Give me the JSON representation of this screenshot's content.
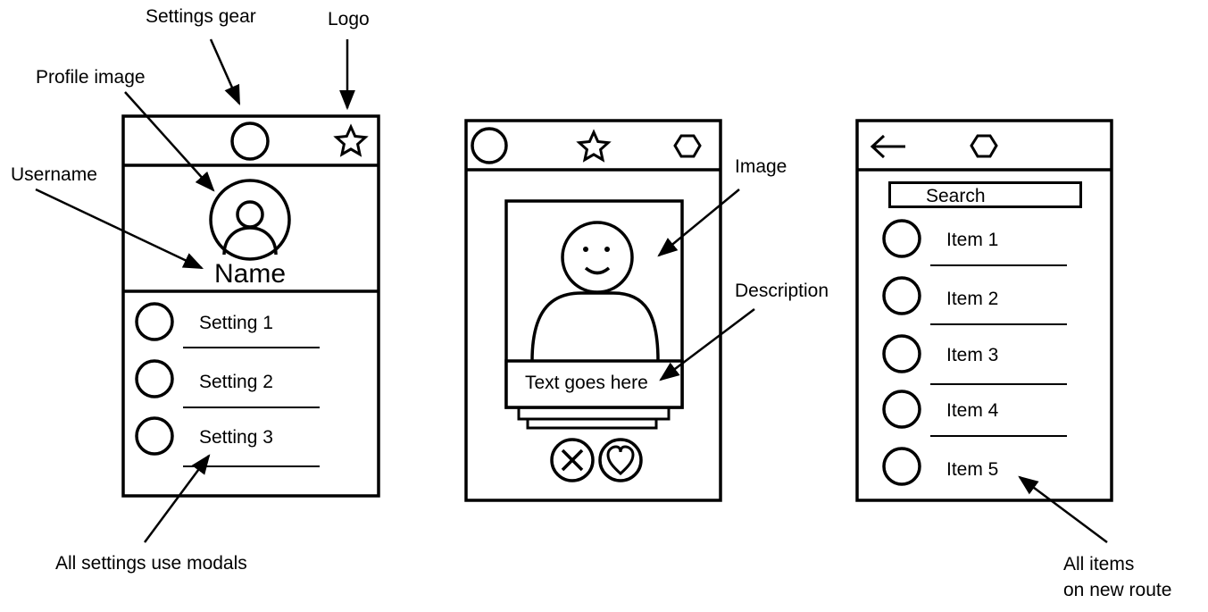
{
  "annotations": {
    "settings_gear": "Settings gear",
    "logo": "Logo",
    "profile_image": "Profile image",
    "username": "Username",
    "all_settings": "All settings use modals",
    "image": "Image",
    "description": "Description",
    "all_items_line1": "All items",
    "all_items_line2": "on new route"
  },
  "profile_screen": {
    "name": "Name",
    "settings": [
      "Setting 1",
      "Setting 2",
      "Setting 3"
    ],
    "icons": [
      "settings-gear-icon",
      "logo-star-icon",
      "profile-avatar-icon"
    ]
  },
  "swipe_screen": {
    "description_text": "Text goes here",
    "icons": [
      "profile-circle-icon",
      "star-icon",
      "hexagon-icon",
      "reject-x-icon",
      "like-heart-icon"
    ]
  },
  "list_screen": {
    "search_placeholder": "Search",
    "items": [
      "Item 1",
      "Item 2",
      "Item 3",
      "Item 4",
      "Item 5"
    ],
    "icons": [
      "back-arrow-icon",
      "hexagon-icon",
      "search-icon"
    ]
  },
  "colors": {
    "stroke": "#000000",
    "background": "#ffffff"
  }
}
